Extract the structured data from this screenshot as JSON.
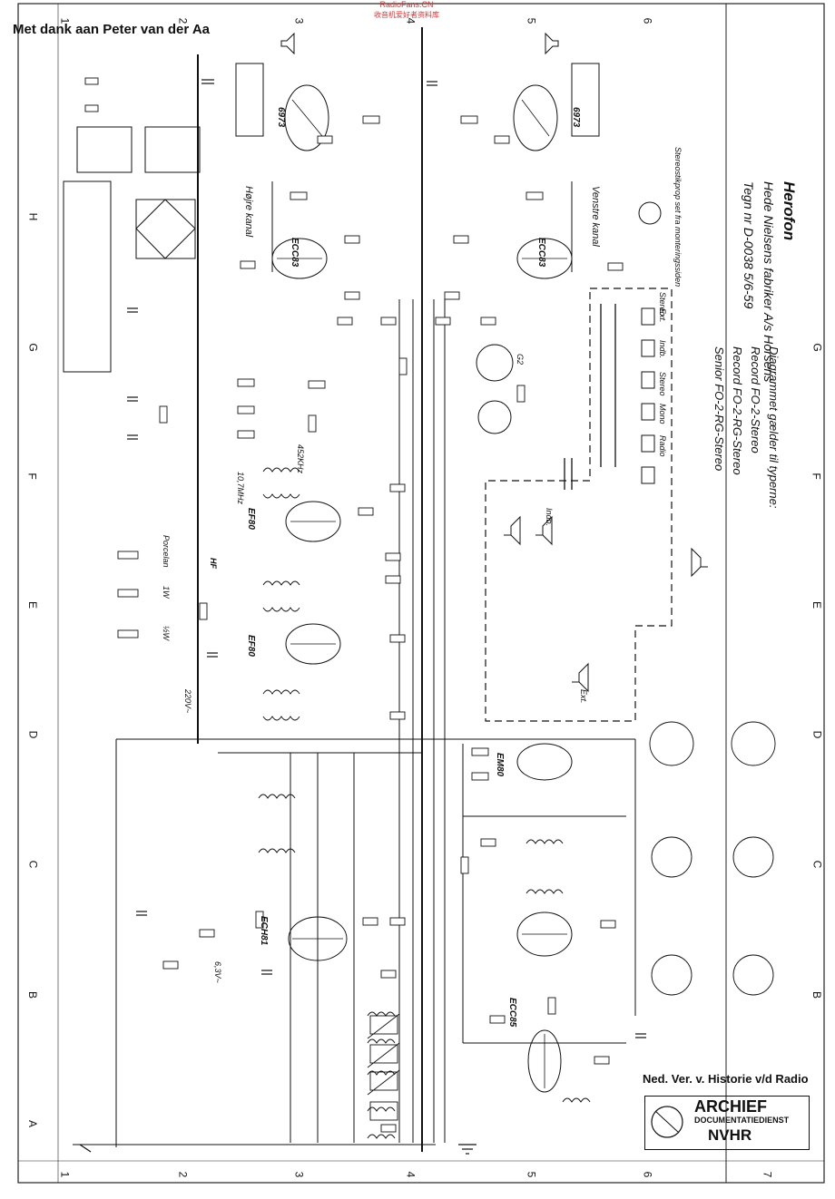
{
  "header": {
    "credit": "Met dank aan Peter van der Aa",
    "watermark_site": "RadioFans.CN",
    "watermark_sub": "收音机爱好者资料库"
  },
  "column_numbers": {
    "top": [
      "1",
      "2",
      "3",
      "4",
      "5",
      "6"
    ],
    "bottom": [
      "1",
      "2",
      "3",
      "4",
      "5",
      "6",
      "7"
    ]
  },
  "row_letters": [
    "H",
    "G",
    "F",
    "E",
    "D",
    "C",
    "B",
    "A"
  ],
  "title_block": {
    "line1": "Herofon",
    "line2": "Hede Nielsens fabriker A/s Horsens",
    "line3": "Tegn nr D-0038  5/6-59"
  },
  "diagram_note": {
    "line1": "Diagrammet gælder til typerne:",
    "line2": "Record FO-2-Stereo",
    "line3": "Record FO-2-RG-Stereo",
    "line4": "Senior FO-2-RG-Stereo"
  },
  "channels": {
    "right": "Højre kanal",
    "left": "Venstre kanal",
    "stereo_plug": "Stereostikprop set fra monteringssiden"
  },
  "switch_positions": [
    "Radio",
    "Mono",
    "Stereo",
    "Indb.",
    "Ext.",
    "Stereo"
  ],
  "tubes": [
    "6973",
    "6973",
    "ECC83",
    "ECC83",
    "EF80",
    "EF80",
    "ECH81",
    "ECC85",
    "EM80"
  ],
  "legend_components": {
    "porcelain": "Porcelan",
    "one_w": "1W",
    "half_w": "½W"
  },
  "misc_labels": {
    "hf": "HF",
    "mains_220": "220V~",
    "heater_63": "6,3V~",
    "freq_107": "10,7MHz",
    "freq_452": "452KHz",
    "g2": "G2",
    "ext": "Ext.",
    "indb": "Indb."
  },
  "archive_stamp": {
    "org": "Ned. Ver. v. Historie v/d Radio",
    "title": "ARCHIEF",
    "dept": "DOCUMENTATIEDIENST",
    "abbr": "NVHR"
  }
}
